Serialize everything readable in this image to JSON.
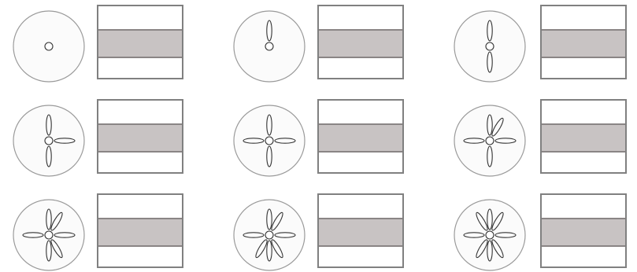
{
  "colors": {
    "background": "#ffffff",
    "circle_stroke": "#9a9a9a",
    "circle_fill": "#fbfbfb",
    "box_border": "#808080",
    "band_fill": "#c8c3c3"
  },
  "icons": [
    "disc-with-petals-icon"
  ],
  "panels": [
    {
      "petal_count": 0
    },
    {
      "petal_count": 1
    },
    {
      "petal_count": 2
    },
    {
      "petal_count": 3
    },
    {
      "petal_count": 4
    },
    {
      "petal_count": 5
    },
    {
      "petal_count": 6
    },
    {
      "petal_count": 7
    },
    {
      "petal_count": 8
    }
  ]
}
